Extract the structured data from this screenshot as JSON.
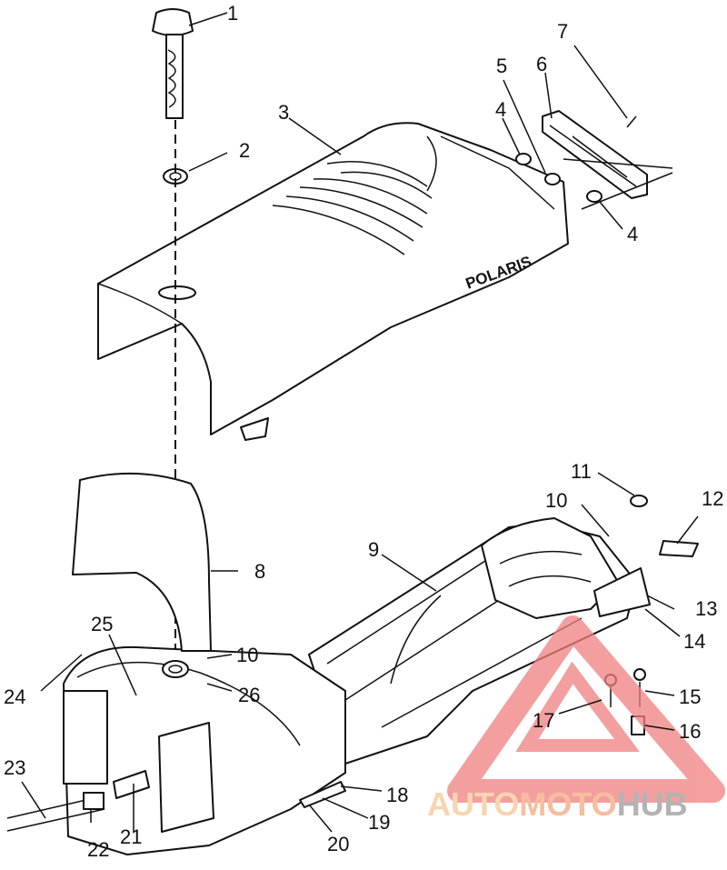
{
  "diagram": {
    "brand_text": "POLARIS",
    "watermark": {
      "text_a": "AUTO",
      "text_b": "MOTO",
      "text_c": "HUB",
      "color_a": "#F5C896",
      "color_b": "#F3A77F",
      "color_c": "#9A9A9A",
      "triangle_color": "#F08080"
    },
    "callouts": [
      {
        "id": "1",
        "label": "1"
      },
      {
        "id": "2",
        "label": "2"
      },
      {
        "id": "3",
        "label": "3"
      },
      {
        "id": "4a",
        "label": "4"
      },
      {
        "id": "4b",
        "label": "4"
      },
      {
        "id": "5",
        "label": "5"
      },
      {
        "id": "6",
        "label": "6"
      },
      {
        "id": "7",
        "label": "7"
      },
      {
        "id": "8",
        "label": "8"
      },
      {
        "id": "9",
        "label": "9"
      },
      {
        "id": "10a",
        "label": "10"
      },
      {
        "id": "10b",
        "label": "10"
      },
      {
        "id": "11",
        "label": "11"
      },
      {
        "id": "12",
        "label": "12"
      },
      {
        "id": "13",
        "label": "13"
      },
      {
        "id": "14",
        "label": "14"
      },
      {
        "id": "15",
        "label": "15"
      },
      {
        "id": "16",
        "label": "16"
      },
      {
        "id": "17",
        "label": "17"
      },
      {
        "id": "18",
        "label": "18"
      },
      {
        "id": "19",
        "label": "19"
      },
      {
        "id": "20",
        "label": "20"
      },
      {
        "id": "21",
        "label": "21"
      },
      {
        "id": "22",
        "label": "22"
      },
      {
        "id": "23",
        "label": "23"
      },
      {
        "id": "24",
        "label": "24"
      },
      {
        "id": "25",
        "label": "25"
      },
      {
        "id": "26",
        "label": "26"
      }
    ]
  }
}
